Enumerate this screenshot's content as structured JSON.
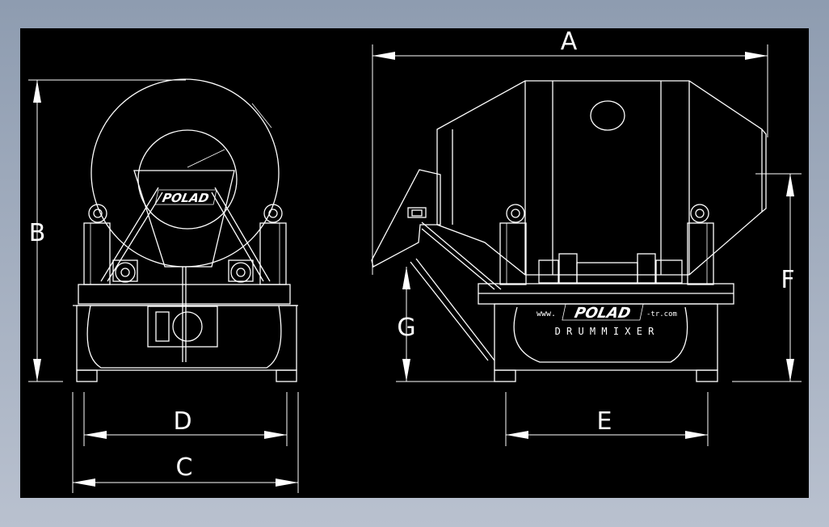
{
  "dimensions": {
    "A": "A",
    "B": "B",
    "C": "C",
    "D": "D",
    "E": "E",
    "F": "F",
    "G": "G"
  },
  "branding": {
    "front_logo": "POLAD",
    "side_logo": "POLAD",
    "side_prefix": "www.",
    "side_suffix": "-tr.com",
    "product_name": "D R U M   M I X E R"
  },
  "colors": {
    "background": "#000000",
    "frame": "#a0acbe",
    "line": "#ffffff"
  }
}
